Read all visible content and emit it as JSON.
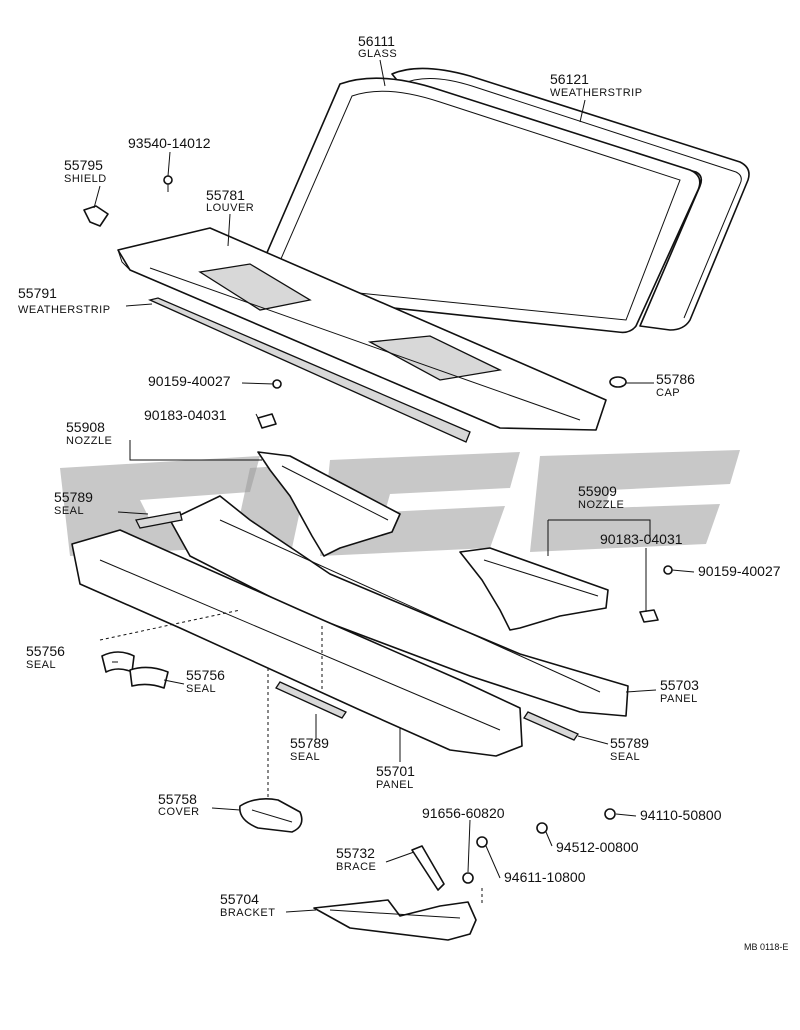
{
  "callouts": [
    {
      "pn": "56111",
      "nm": "GLASS"
    },
    {
      "pn": "56121",
      "nm": "WEATHERSTRIP"
    },
    {
      "pn": "93540-14012",
      "nm": ""
    },
    {
      "pn": "55795",
      "nm": "SHIELD"
    },
    {
      "pn": "55781",
      "nm": "LOUVER"
    },
    {
      "pn": "55791",
      "nm": "WEATHERSTRIP"
    },
    {
      "pn": "90159-40027",
      "nm": ""
    },
    {
      "pn": "55786",
      "nm": "CAP"
    },
    {
      "pn": "55908",
      "nm": "NOZZLE"
    },
    {
      "pn": "90183-04031",
      "nm": ""
    },
    {
      "pn": "55789",
      "nm": "SEAL"
    },
    {
      "pn": "55909",
      "nm": "NOZZLE"
    },
    {
      "pn": "90183-04031",
      "nm": ""
    },
    {
      "pn": "90159-40027",
      "nm": ""
    },
    {
      "pn": "55756",
      "nm": "SEAL"
    },
    {
      "pn": "55756",
      "nm": "SEAL"
    },
    {
      "pn": "55703",
      "nm": "PANEL"
    },
    {
      "pn": "55789",
      "nm": "SEAL"
    },
    {
      "pn": "55701",
      "nm": "PANEL"
    },
    {
      "pn": "55789",
      "nm": "SEAL"
    },
    {
      "pn": "55758",
      "nm": "COVER"
    },
    {
      "pn": "91656-60820",
      "nm": ""
    },
    {
      "pn": "94110-50800",
      "nm": ""
    },
    {
      "pn": "94512-00800",
      "nm": ""
    },
    {
      "pn": "55732",
      "nm": "BRACE"
    },
    {
      "pn": "94611-10800",
      "nm": ""
    },
    {
      "pn": "55704",
      "nm": "BRACKET"
    }
  ],
  "figure_ref": "MB 0118-E",
  "watermark": "Grey watermark logo"
}
